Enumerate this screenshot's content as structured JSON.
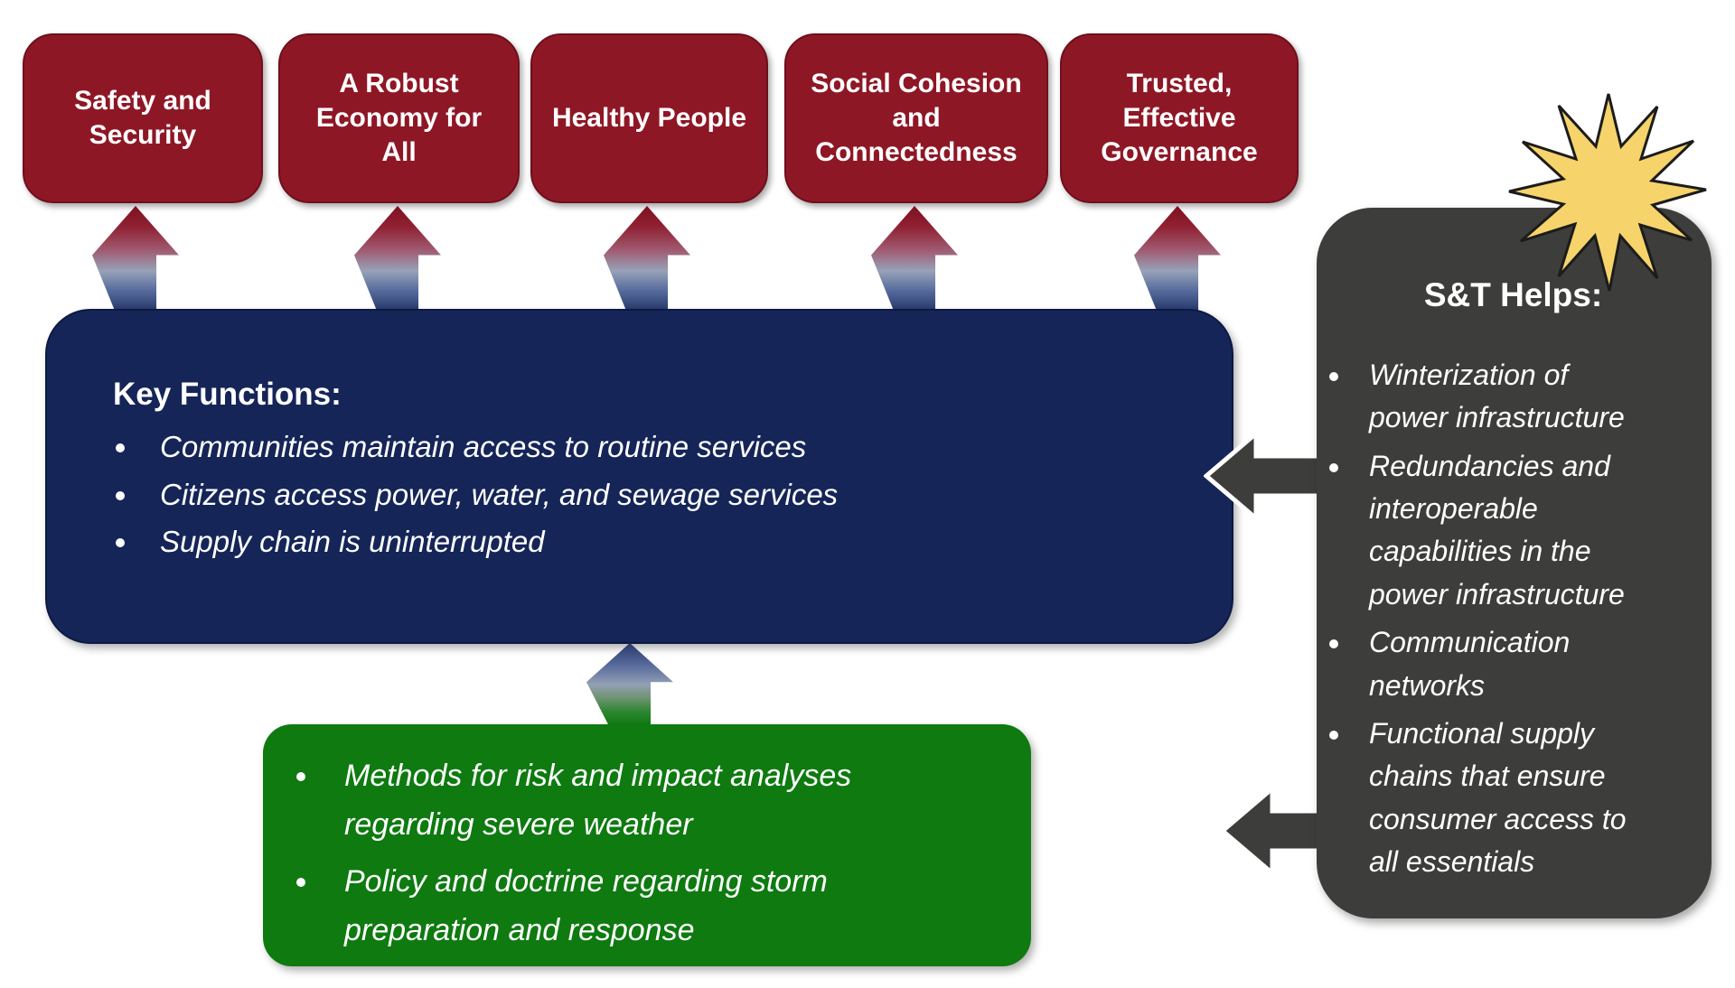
{
  "colors": {
    "outcome_red": "#8E1726",
    "key_functions_navy": "#152558",
    "research_green": "#0E7A10",
    "helps_charcoal": "#3D3D3B",
    "starburst_yellow": "#F6D46B",
    "text_white": "#FFFFFF"
  },
  "outcomes": [
    {
      "label": "Safety and Security"
    },
    {
      "label": "A Robust Economy for All"
    },
    {
      "label": "Healthy People"
    },
    {
      "label": "Social Cohesion and Connectedness"
    },
    {
      "label": "Trusted, Effective Governance"
    }
  ],
  "key_functions": {
    "heading": "Key Functions:",
    "bullets": [
      "Communities maintain access to routine services",
      "Citizens access power, water, and sewage services",
      "Supply chain is uninterrupted"
    ]
  },
  "research_inputs": {
    "bullets": [
      "Methods for risk and impact analyses regarding severe weather",
      "Policy and doctrine regarding storm preparation and response"
    ]
  },
  "st_helps": {
    "heading": "S&T Helps:",
    "bullets": [
      "Winterization of power infrastructure",
      "Redundancies and interoperable capabilities in the power infrastructure",
      "Communication networks",
      "Functional supply chains that ensure consumer access to all essentials"
    ]
  }
}
